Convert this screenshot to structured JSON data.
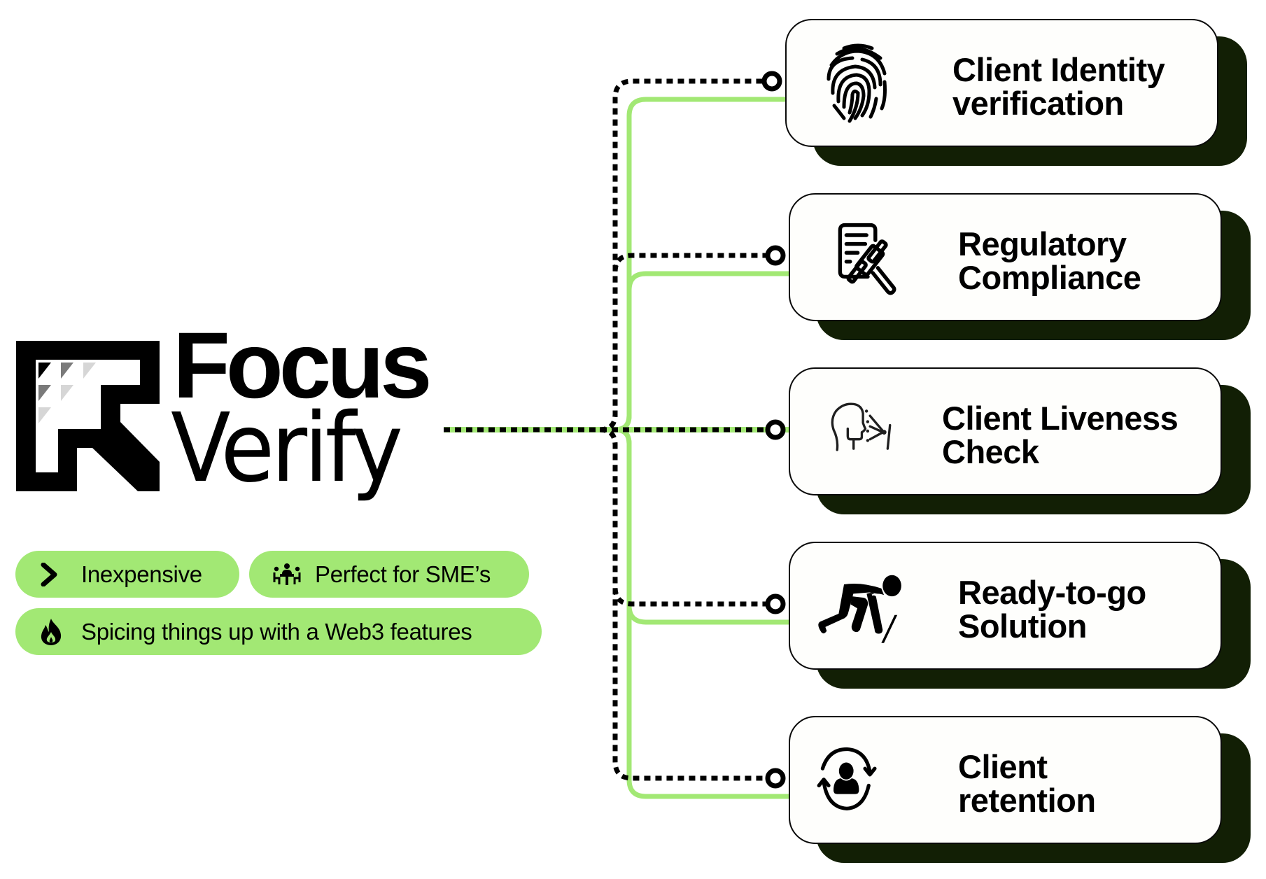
{
  "brand": {
    "name_line1": "Focus",
    "name_line2": "Verify",
    "logo_icon": "focus-verify-logo-mark"
  },
  "colors": {
    "accent_green": "#a2e874",
    "shadow_dark_green": "#121f05",
    "ink": "#000000",
    "card_fill": "#fefefc"
  },
  "badges": [
    {
      "label": "Inexpensive",
      "icon": "chevron-right-icon"
    },
    {
      "label": "Perfect for SME’s",
      "icon": "meeting-people-icon"
    },
    {
      "label": "Spicing things up with a Web3 features",
      "icon": "fire-icon"
    }
  ],
  "features": [
    {
      "title_line1": "Client Identity",
      "title_line2": "verification",
      "icon": "fingerprint-icon"
    },
    {
      "title_line1": "Regulatory",
      "title_line2": "Compliance",
      "icon": "document-gavel-icon"
    },
    {
      "title_line1": "Client Liveness",
      "title_line2": "Check",
      "icon": "face-scan-icon"
    },
    {
      "title_line1": "Ready-to-go",
      "title_line2": "Solution",
      "icon": "sprinter-start-icon"
    },
    {
      "title_line1": "Client",
      "title_line2": "retention",
      "icon": "user-cycle-icon"
    }
  ]
}
